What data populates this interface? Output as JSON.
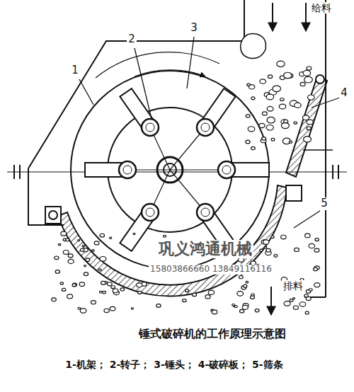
{
  "diagram": {
    "title": "锤式破碎机的工作原理示意图",
    "caption": "1-机架； 2-转子； 3-锤头； 4-破碎板； 5-筛条",
    "labels": [
      "给料",
      "1",
      "2",
      "3",
      "4",
      "5",
      "巩义鸿通机械",
      "15803866660 13849116116",
      "排料"
    ]
  }
}
